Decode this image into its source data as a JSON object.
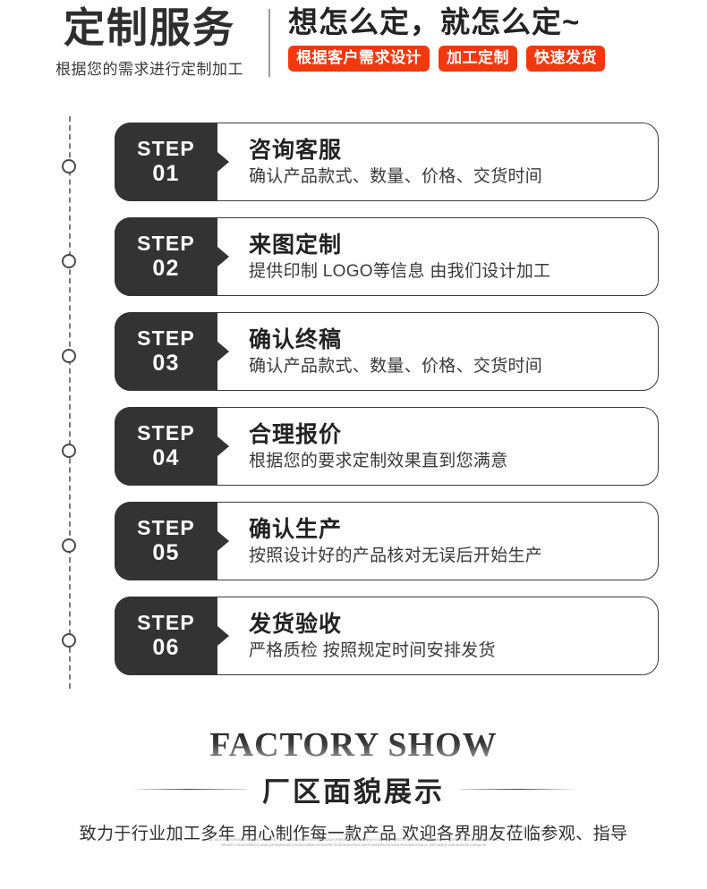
{
  "header": {
    "title": "定制服务",
    "subtitle": "根据您的需求进行定制加工",
    "slogan": "想怎么定，就怎么定~",
    "badges": [
      "根据客户需求设计",
      "加工定制",
      "快速发货"
    ]
  },
  "steps": [
    {
      "badge_word": "STEP",
      "badge_num": "01",
      "heading": "咨询客服",
      "desc": "确认产品款式、数量、价格、交货时间"
    },
    {
      "badge_word": "STEP",
      "badge_num": "02",
      "heading": "来图定制",
      "desc": "提供印制 LOGO等信息 由我们设计加工"
    },
    {
      "badge_word": "STEP",
      "badge_num": "03",
      "heading": "确认终稿",
      "desc": "确认产品款式、数量、价格、交货时间"
    },
    {
      "badge_word": "STEP",
      "badge_num": "04",
      "heading": "合理报价",
      "desc": "根据您的要求定制效果直到您满意"
    },
    {
      "badge_word": "STEP",
      "badge_num": "05",
      "heading": "确认生产",
      "desc": "按照设计好的产品核对无误后开始生产"
    },
    {
      "badge_word": "STEP",
      "badge_num": "06",
      "heading": "发货验收",
      "desc": "严格质检 按照规定时间安排发货"
    }
  ],
  "footer": {
    "title_en": "FACTORY SHOW",
    "title_cn": "厂区面貌展示",
    "tagline": "致力于行业加工多年 用心制作每一款产品 欢迎各界朋友莅临参观、指导",
    "microtext": "OL_IKDFJGLDSJHGOIKDFGHNKSDFRKDFJL_SDVNKISDFHSDRJDSDFNRKFSADHJFNRJSDHFOSLDBJNHLFJCDEUDFGIRPSEJGMFDKIFOSLRDFJSDNGLDFSGHRVKFSDEJLKVSDGFNCKVGFHKIDFYLRDAFHJNEDLSSHNCQJHVNEMSDFJVHZSLKVMDKJVCHSDRFLJLJFDSGNJHFDLGMTFHLKRURDFSDJGNLSFDVMKDCFMLIK_KSFGMKDFJGHKNHKDSFVJHKALSD"
  }
}
